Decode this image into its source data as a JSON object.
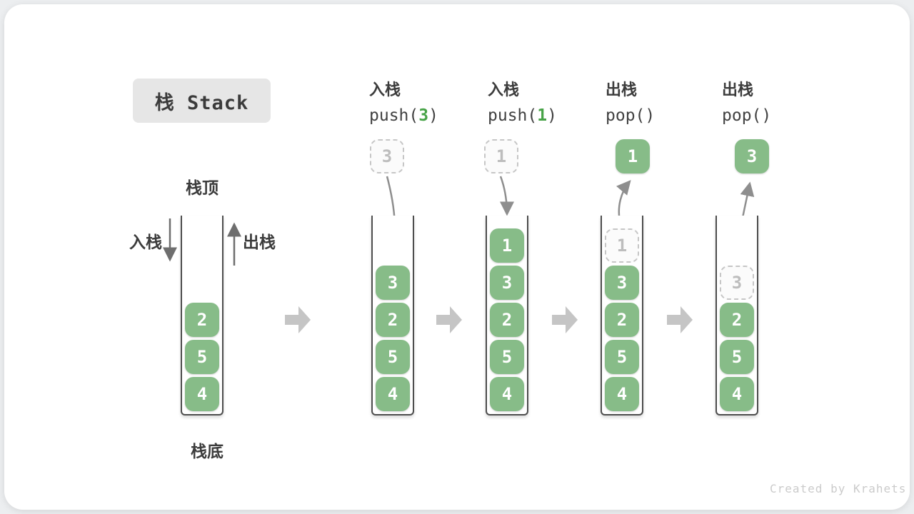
{
  "title": "栈 Stack",
  "watermark": "Created by Krahets",
  "side_labels": {
    "top": "栈顶",
    "bottom": "栈底",
    "push": "入栈",
    "pop": "出栈"
  },
  "colors": {
    "cell_green": "#87bc88",
    "arg_green": "#47a347",
    "ghost_gray": "#bdbdbd",
    "arrow_gray": "#8e8e8e",
    "block_arrow_gray": "#c5c5c5",
    "text_dark": "#3c3c3c",
    "title_bg": "#e6e6e6"
  },
  "columns": [
    {
      "stack": [
        {
          "value": "2"
        },
        {
          "value": "5"
        },
        {
          "value": "4"
        }
      ]
    },
    {
      "header": {
        "line1": "入栈",
        "fn": "push(",
        "arg": "3",
        "close": ")"
      },
      "floating": {
        "value": "3",
        "style": "ghost"
      },
      "stack": [
        {
          "value": "3"
        },
        {
          "value": "2"
        },
        {
          "value": "5"
        },
        {
          "value": "4"
        }
      ]
    },
    {
      "header": {
        "line1": "入栈",
        "fn": "push(",
        "arg": "1",
        "close": ")"
      },
      "floating": {
        "value": "1",
        "style": "ghost"
      },
      "stack": [
        {
          "value": "1"
        },
        {
          "value": "3"
        },
        {
          "value": "2"
        },
        {
          "value": "5"
        },
        {
          "value": "4"
        }
      ]
    },
    {
      "header": {
        "line1": "出栈",
        "fn": "pop(",
        "arg": "",
        "close": ")"
      },
      "floating": {
        "value": "1",
        "style": "solid"
      },
      "stack": [
        {
          "value": "1",
          "ghost": true
        },
        {
          "value": "3"
        },
        {
          "value": "2"
        },
        {
          "value": "5"
        },
        {
          "value": "4"
        }
      ]
    },
    {
      "header": {
        "line1": "出栈",
        "fn": "pop(",
        "arg": "",
        "close": ")"
      },
      "floating": {
        "value": "3",
        "style": "solid"
      },
      "stack": [
        {
          "value": "3",
          "ghost": true
        },
        {
          "value": "2"
        },
        {
          "value": "5"
        },
        {
          "value": "4"
        }
      ]
    }
  ]
}
